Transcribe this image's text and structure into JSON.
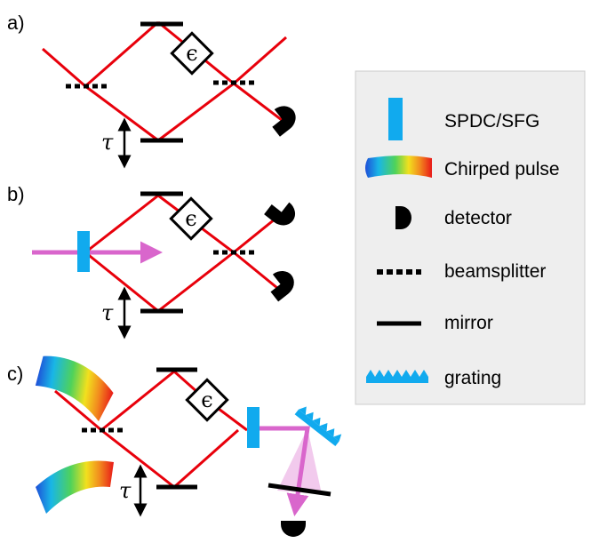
{
  "panels": {
    "a": {
      "label": "a)",
      "tau": "τ",
      "sample": "ϵ"
    },
    "b": {
      "label": "b)",
      "tau": "τ",
      "sample": "ϵ"
    },
    "c": {
      "label": "c)",
      "tau": "τ",
      "sample": "ϵ"
    }
  },
  "legend": {
    "items": [
      {
        "label": "SPDC/SFG",
        "icon": "crystal-icon"
      },
      {
        "label": "Chirped pulse",
        "icon": "chirped-pulse-icon"
      },
      {
        "label": "detector",
        "icon": "detector-icon"
      },
      {
        "label": "beamsplitter",
        "icon": "beamsplitter-icon"
      },
      {
        "label": "mirror",
        "icon": "mirror-icon"
      },
      {
        "label": "grating",
        "icon": "grating-icon"
      }
    ]
  },
  "colors": {
    "beam": "#e8000b",
    "pump": "#d966cc",
    "crystal": "#11aaee",
    "legend_bg": "#eeeeee",
    "legend_border": "#cccccc"
  }
}
